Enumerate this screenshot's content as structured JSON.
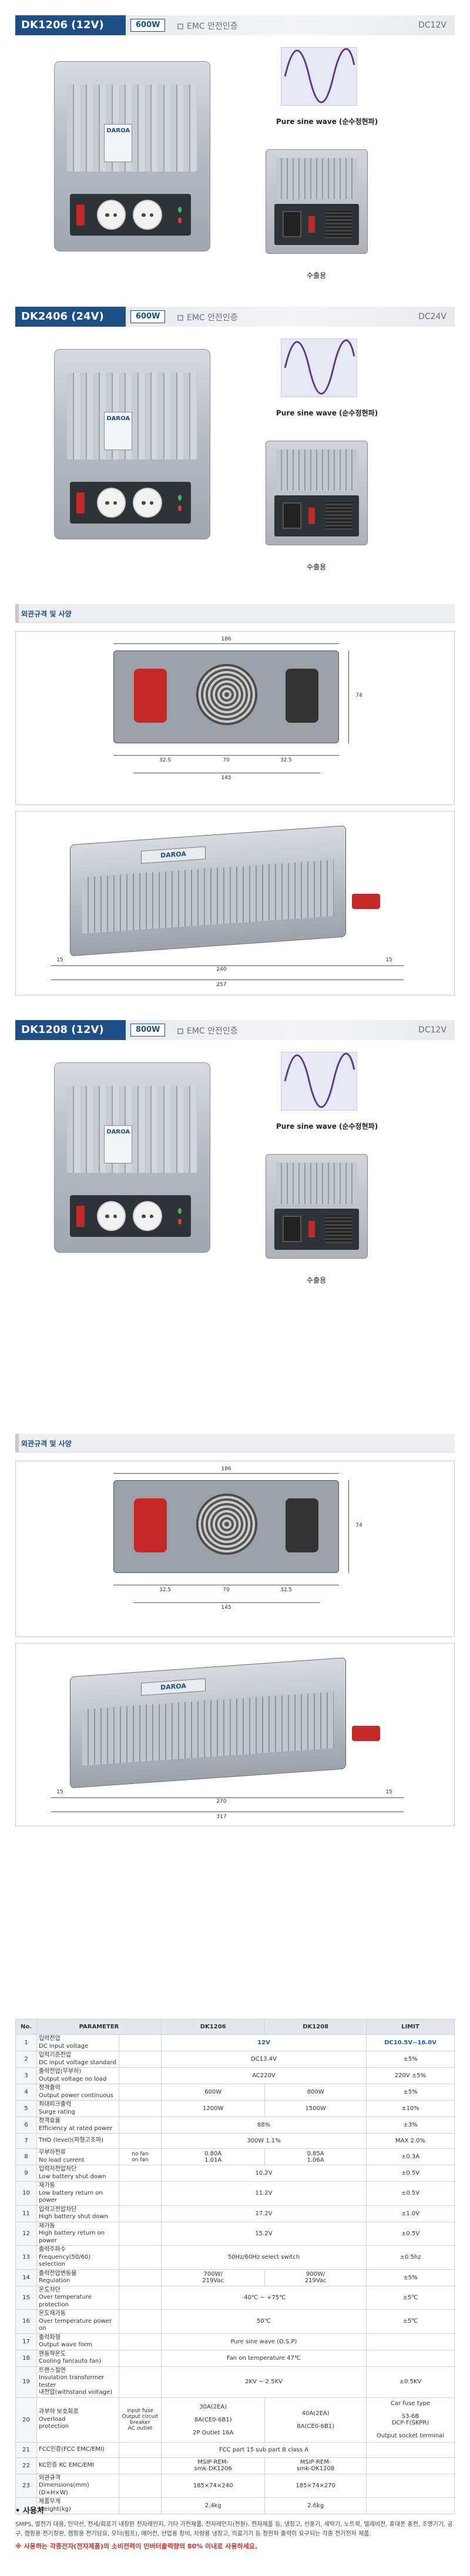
{
  "products": [
    {
      "model": "DK1206 (12V)",
      "watt": "600W",
      "emc": "EMC 안전인증",
      "voltage": "DC12V",
      "wave_caption": "Pure sine wave (순수정현파)",
      "export_caption": "수출용"
    },
    {
      "model": "DK2406 (24V)",
      "watt": "600W",
      "emc": "EMC 안전인증",
      "voltage": "DC24V",
      "wave_caption": "Pure sine wave (순수정현파)",
      "export_caption": "수출용"
    },
    {
      "model": "DK1208 (12V)",
      "watt": "800W",
      "emc": "EMC 안전인증",
      "voltage": "DC12V",
      "wave_caption": "Pure sine wave (순수정현파)",
      "export_caption": "수출용"
    }
  ],
  "spec_header": "외관규격 및 사양",
  "dims1": {
    "top_width": "186",
    "height": "74",
    "d1": "32.5",
    "d2": "70",
    "d3": "32.5",
    "base": "145",
    "len1": "15",
    "len2": "240",
    "len3": "15",
    "total": "257"
  },
  "dims2": {
    "top_width": "186",
    "height": "74",
    "d1": "32.5",
    "d2": "70",
    "d3": "32.5",
    "base": "145",
    "len1": "15",
    "len2": "270",
    "len3": "15",
    "total": "317"
  },
  "brand": "DAROA",
  "table": {
    "headers": [
      "No.",
      "PARAMETER",
      "DK1206",
      "DK1208",
      "LIMIT"
    ],
    "rows": [
      {
        "no": "1",
        "param": "입력전압\nDC input voltage",
        "sub": "",
        "a": "12V",
        "b": "",
        "limit": "DC10.5V~16.0V",
        "merged": true,
        "hl": true
      },
      {
        "no": "2",
        "param": "입력기준전압\nDC input voltage standard",
        "sub": "",
        "a": "DC13.4V",
        "b": "",
        "limit": "±5%",
        "merged": true
      },
      {
        "no": "3",
        "param": "출력전압(무부하)\nOutput voltage no load",
        "sub": "",
        "a": "AC220V",
        "b": "",
        "limit": "220V ±5%",
        "merged": true
      },
      {
        "no": "4",
        "param": "정격출력\nOutput power continuous",
        "sub": "",
        "a": "600W",
        "b": "800W",
        "limit": "±5%"
      },
      {
        "no": "5",
        "param": "최대피크출력\nSurge rating",
        "sub": "",
        "a": "1200W",
        "b": "1500W",
        "limit": "±10%"
      },
      {
        "no": "6",
        "param": "정격효율\nEfficiency at rated power",
        "sub": "",
        "a": "88%",
        "b": "",
        "limit": "±3%",
        "merged": true
      },
      {
        "no": "7",
        "param": "THD (Ievel)(파형고조파)",
        "sub": "",
        "a": "300W 1.1%",
        "b": "",
        "limit": "MAX 2.0%",
        "merged": true
      },
      {
        "no": "8",
        "param": "무부하전류\nNo load current",
        "sub": "no fan\non fan",
        "a": "0.80A\n1.01A",
        "b": "0.85A\n1.06A",
        "limit": "±0.3A"
      },
      {
        "no": "9",
        "param": "입력저전압차단\nLow battery shut down",
        "sub": "",
        "a": "10.2V",
        "b": "",
        "limit": "±0.5V",
        "merged": true
      },
      {
        "no": "10",
        "param": "재가동\nLow battery return on power",
        "sub": "",
        "a": "11.2V",
        "b": "",
        "limit": "±0.5V",
        "merged": true
      },
      {
        "no": "11",
        "param": "입력고전압차단\nHigh battery shut down",
        "sub": "",
        "a": "17.2V",
        "b": "",
        "limit": "±1.0V",
        "merged": true
      },
      {
        "no": "12",
        "param": "재가동\nHigh battery return on power",
        "sub": "",
        "a": "15.2V",
        "b": "",
        "limit": "±0.5V",
        "merged": true
      },
      {
        "no": "13",
        "param": "출력주파수\nFrequency(50/60) selection",
        "sub": "",
        "a": "50Hz/60Hz select switch",
        "b": "",
        "limit": "±0.5hz",
        "merged": true
      },
      {
        "no": "14",
        "param": "출력전압변동율\nRegulation",
        "sub": "",
        "a": "700W/\n219Vac",
        "b": "900W/\n219Vac",
        "limit": "±5%"
      },
      {
        "no": "15",
        "param": "온도차단\nOver temperature protection",
        "sub": "",
        "a": "-40℃ ~ +75℃",
        "b": "",
        "limit": "±5℃",
        "merged": true
      },
      {
        "no": "16",
        "param": "온도재가동\nOver temperature power on",
        "sub": "",
        "a": "50℃",
        "b": "",
        "limit": "±5℃",
        "merged": true
      },
      {
        "no": "17",
        "param": "출력파형\nOutput wave form",
        "sub": "",
        "a": "Pure sine wave (D.S.P)",
        "b": "",
        "limit": "",
        "merged": true
      },
      {
        "no": "18",
        "param": "팬동작온도\nCooling fan(auto fan)",
        "sub": "",
        "a": "Fan on temperature 47℃",
        "b": "",
        "limit": "",
        "merged": true
      },
      {
        "no": "19",
        "param": "트랜스절연\nInsulation transformer tester\n내전압(withstand voltage)",
        "sub": "",
        "a": "2KV ~ 2.5KV",
        "b": "",
        "limit": "±0.5KV",
        "merged": true
      },
      {
        "no": "20",
        "param": "과부하 보호회로\nOverload\nprotection",
        "sub": "input fuse\nOutput circuit\nbreaker\nAC outlet",
        "a": "30A(2EA)\n\n8A(CE0-6B1)\n\n2P Outlet 16A",
        "b": "40A(2EA)\n\n8A(CE0-6B1)",
        "limit": "Car fuse type\n\nS3-6B\nDCP-F(SKPR)\n\nOutput socket terminal"
      },
      {
        "no": "21",
        "param": "FCC인증(FCC EMC/EMI)",
        "sub": "",
        "a": "FCC part 15 sub part B class A",
        "b": "",
        "limit": "",
        "merged": true
      },
      {
        "no": "22",
        "param": "KC인증 KC EMC/EMI",
        "sub": "",
        "a": "MSIP-REM-\nsmk-DK1206",
        "b": "MSIP-REM-\nsmk-DK1208",
        "limit": ""
      },
      {
        "no": "23",
        "param": "외관규격\nDimensions(mm) (D×H×W)",
        "sub": "",
        "a": "185×74×240",
        "b": "185×74×270",
        "limit": ""
      },
      {
        "no": "",
        "param": "제품무게\nWeight(kg)",
        "sub": "",
        "a": "2.4kg",
        "b": "2.6kg",
        "limit": ""
      }
    ]
  },
  "usage": {
    "title": "• 사용처",
    "body": "SMPS, 발전기 대용, 인덕션, 전세/회로기 내장된 전자레인지, 기타 가전제품, 전자레인지(전원), 전자제품 등, 냉장고, 선풍기, 세탁기, 노트북, 텔레비전, 휴대폰 충전, 조명기기, 공구, 캠핑용 전기장판, 캠핑용 전기담요, 모터(펌프), 에어컨, 산업용 장비, 차량용 냉장고, 의료기기 등 정현파 출력이 요구되는 각종 전기전자 제품.",
    "warning": "※ 사용하는 각종전자(전자제품)의 소비전력이 인버터출력량의 80% 이내로 사용하세요."
  },
  "colors": {
    "accent": "#1d4f86",
    "highlight": "#1a5fb4",
    "warning": "#d32f2f"
  }
}
